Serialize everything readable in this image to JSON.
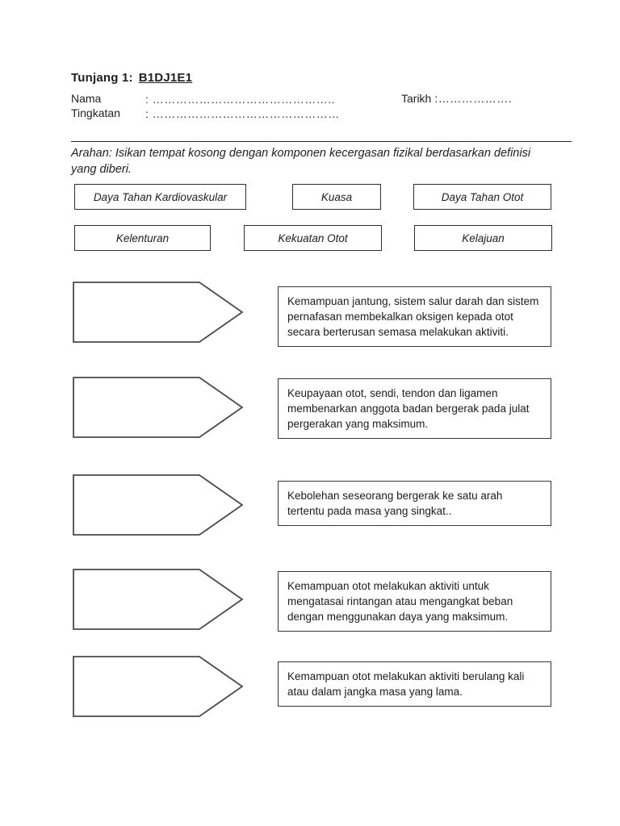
{
  "document": {
    "title": {
      "label": "Tunjang 1:",
      "code": "B1DJ1E1"
    },
    "header_fields": {
      "nama_label": "Nama",
      "nama_dots": ": ………………………………………..",
      "tingkatan_label": "Tingkatan",
      "tingkatan_dots": ": …………………………………………",
      "tarikh_label": "Tarikh",
      "tarikh_dots": ":………………."
    },
    "instruction": "Arahan: Isikan tempat kosong dengan komponen kecergasan fizikal berdasarkan definisi yang diberi.",
    "word_bank": {
      "items": [
        {
          "label": "Daya Tahan Kardiovaskular"
        },
        {
          "label": "Kuasa"
        },
        {
          "label": "Daya Tahan Otot"
        },
        {
          "label": "Kelenturan"
        },
        {
          "label": "Kekuatan Otot"
        },
        {
          "label": "Kelajuan"
        }
      ]
    },
    "questions": [
      {
        "definition": "Kemampuan jantung, sistem salur darah dan sistem pernafasan membekalkan oksigen kepada otot secara berterusan semasa melakukan aktiviti."
      },
      {
        "definition": "Keupayaan otot, sendi, tendon dan ligamen membenarkan anggota badan bergerak pada julat pergerakan yang maksimum."
      },
      {
        "definition": "Kebolehan seseorang bergerak ke satu arah tertentu pada masa yang singkat.."
      },
      {
        "definition": "Kemampuan otot melakukan aktiviti untuk mengatasai rintangan atau mengangkat beban dengan menggunakan daya yang maksimum."
      },
      {
        "definition": "Kemampuan otot melakukan aktiviti berulang kali atau dalam jangka masa yang lama."
      }
    ],
    "colors": {
      "text": "#1f1f1f",
      "border": "#2e2e2e"
    }
  }
}
